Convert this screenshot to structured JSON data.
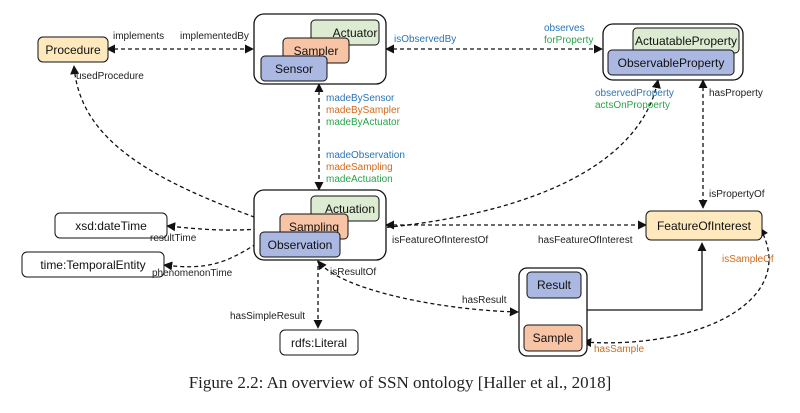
{
  "colors": {
    "procedure": "#fde9bd",
    "feature": "#fde9bd",
    "actuator": "#dcebd1",
    "sampler": "#f7c4a5",
    "sensor": "#aab8e2",
    "literal": "#ffffff",
    "label_black": "#222222",
    "label_blue": "#2a74b8",
    "label_orange": "#d26a1c",
    "label_green": "#2aa34a"
  },
  "nodes": {
    "procedure": "Procedure",
    "actuator": "Actuator",
    "sampler": "Sampler",
    "sensor": "Sensor",
    "actuatable_property": "ActuatableProperty",
    "observable_property": "ObservableProperty",
    "actuation": "Actuation",
    "sampling": "Sampling",
    "observation": "Observation",
    "feature_of_interest": "FeatureOfInterest",
    "date_time": "xsd:dateTime",
    "temporal_entity": "time:TemporalEntity",
    "literal": "rdfs:Literal",
    "result": "Result",
    "sample": "Sample"
  },
  "edges": {
    "implements": "implements",
    "implemented_by": "implementedBy",
    "used_procedure": "usedProcedure",
    "is_observed_by": "isObservedBy",
    "observes": "observes",
    "for_property": "forProperty",
    "made_by_sensor": "madeBySensor",
    "made_by_sampler": "madeBySampler",
    "made_by_actuator": "madeByActuator",
    "made_observation": "madeObservation",
    "made_sampling": "madeSampling",
    "made_actuation": "madeActuation",
    "observed_property": "observedProperty",
    "acts_on_property": "actsOnPropoerty",
    "has_property": "hasProperty",
    "is_property_of": "isPropertyOf",
    "result_time": "resultTime",
    "phenomenon_time": "phenomenonTime",
    "is_feature_of_interest_of": "isFeatureOfInterestOf",
    "has_feature_of_interest": "hasFeatureOfInterest",
    "is_result_of": "isResultOf",
    "has_result": "hasResult",
    "has_simple_result": "hasSimpleResult",
    "is_sample_of": "isSampleOf",
    "has_sample": "hasSample"
  },
  "caption": "Figure 2.2: An overview of SSN ontology [Haller et al., 2018]"
}
